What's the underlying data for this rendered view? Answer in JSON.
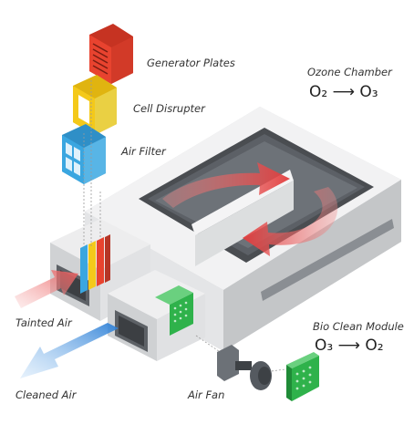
{
  "labels": {
    "generator_plates": "Generator Plates",
    "cell_disrupter": "Cell Disrupter",
    "air_filter": "Air Filter",
    "ozone_chamber": "Ozone Chamber",
    "ozone_formula": "O₂ ⟶ O₃",
    "tainted_air": "Tainted Air",
    "cleaned_air": "Cleaned Air",
    "air_fan": "Air Fan",
    "bio_clean_module": "Bio Clean Module",
    "bio_clean_formula": "O₃ ⟶ O₂"
  },
  "colors": {
    "generator_plates": "#e8432f",
    "cell_disrupter": "#f4c91a",
    "air_filter": "#3aa6e0",
    "ozone_flow": "#e23b3b",
    "tainted_air": "#ef6a6a",
    "cleaned_air": "#5a9fe0",
    "bio_clean_module": "#2fb24b",
    "air_fan": "#555a60",
    "housing": "#d9dbdd"
  },
  "icons": [
    "red-arrow-flow",
    "blue-arrow-flow",
    "fan-icon",
    "filter-grid-icon"
  ]
}
